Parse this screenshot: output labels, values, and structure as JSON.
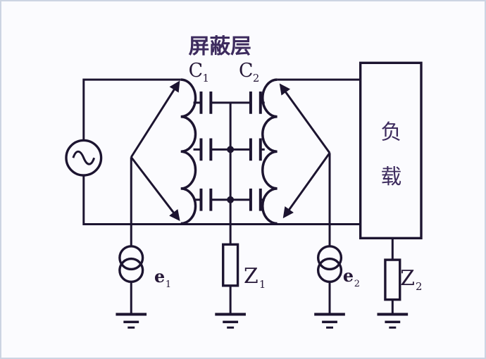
{
  "colors": {
    "line": "#1c1430",
    "text": "#261838",
    "cjk": "#3d2b5e",
    "background": "#fbfbfe",
    "border": "#ccd4e2"
  },
  "diagram": {
    "title": "屏蔽层",
    "capacitor1": {
      "base": "C",
      "sub": "1"
    },
    "capacitor2": {
      "base": "C",
      "sub": "2"
    },
    "load": {
      "label": "负载",
      "chars": [
        "负",
        "载"
      ]
    },
    "noise_source1": {
      "base": "e",
      "sub": "1"
    },
    "noise_source2": {
      "base": "e",
      "sub": "2"
    },
    "impedance1": {
      "base": "Z",
      "sub": "1"
    },
    "impedance2": {
      "base": "Z",
      "sub": "2"
    }
  }
}
